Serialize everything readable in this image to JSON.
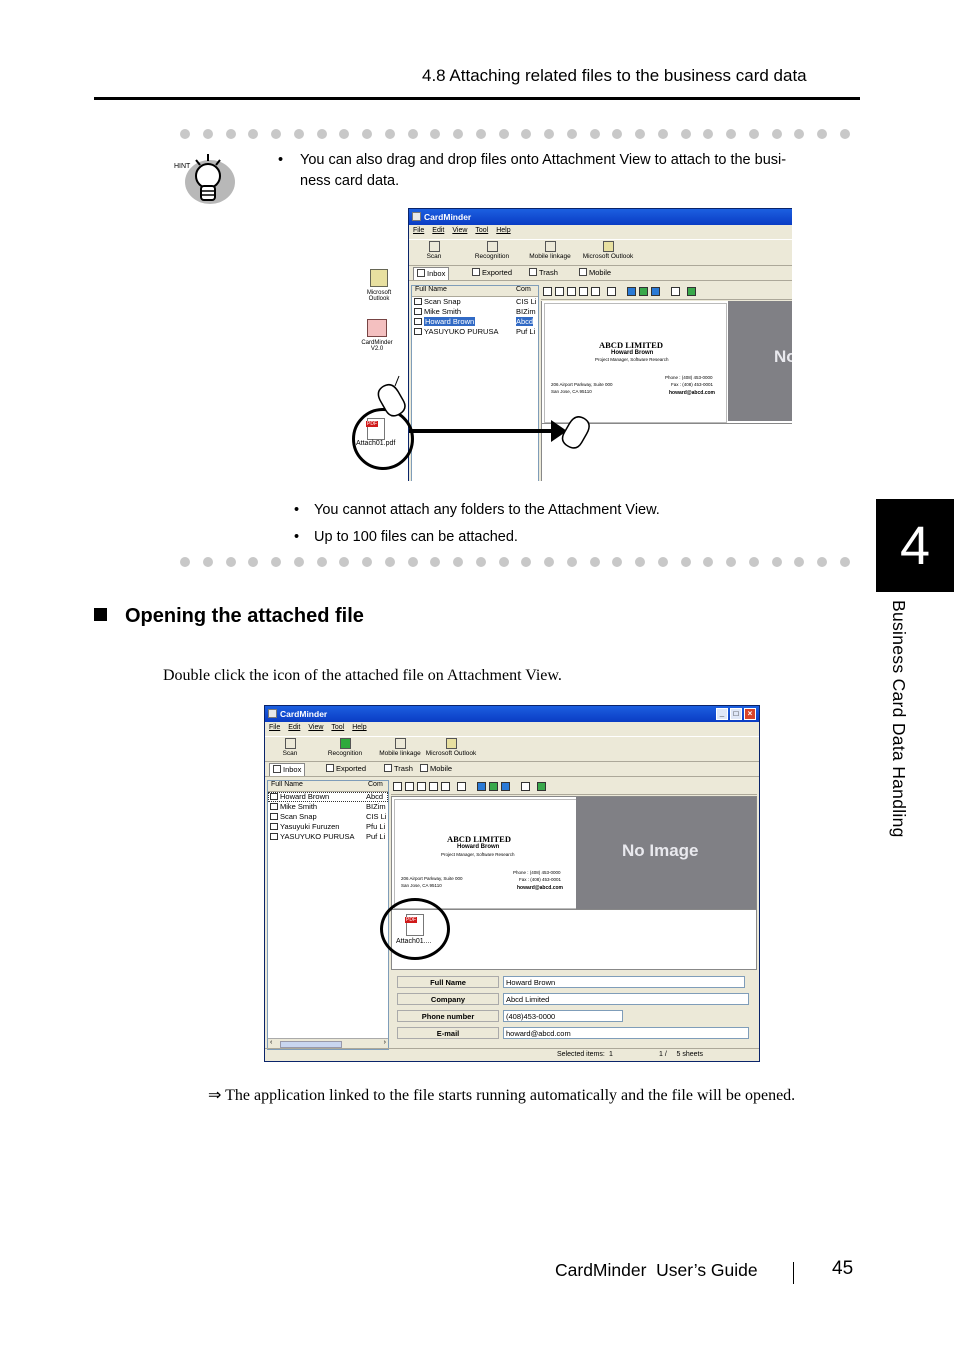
{
  "header": {
    "section": "4.8 Attaching related files to the business card data"
  },
  "hint": {
    "badge": "HINT",
    "tip_drag": "You can also drag and drop files onto Attachment View to attach to the business card data.",
    "tip_drag_line1": "You can also drag and drop files onto Attachment View to attach to the busi-",
    "tip_drag_line2": "ness card data.",
    "note_folders": "You cannot attach any folders to the Attachment View.",
    "note_limit": "Up to 100 files can be attached."
  },
  "chapter_tab": {
    "number": "4",
    "title": "Business Card Data Handling"
  },
  "section": {
    "title": "Opening the attached file",
    "instruction": "Double click the icon of the attached file on Attachment View.",
    "result": "⇒ The application linked to the file starts running automatically and the file will be opened."
  },
  "footer": {
    "guide_title": "CardMinder  User’s Guide",
    "page_number": "45"
  },
  "screenshot1": {
    "app_title": "CardMinder",
    "menus": [
      "File",
      "Edit",
      "View",
      "Tool",
      "Help"
    ],
    "toolbar": [
      "Scan",
      "Recognition",
      "Mobile linkage",
      "Microsoft Outlook"
    ],
    "tabs": [
      "Inbox",
      "Exported",
      "Trash",
      "Mobile"
    ],
    "columns": [
      "Full Name",
      "Com"
    ],
    "rows": [
      {
        "name": "Scan Snap",
        "company": "CIS Li"
      },
      {
        "name": "Mike Smith",
        "company": "BIZim"
      },
      {
        "name": "Howard Brown",
        "company": "Abcd"
      },
      {
        "name": "YASUYUKO PURUSA",
        "company": "Puf Li"
      }
    ],
    "desktop_icons": [
      "Microsoft Outlook",
      "CardMinder V2.0"
    ],
    "dragged_file": "Attach01.pdf",
    "card": {
      "company": "ABCD LIMITED",
      "name": "Howard Brown",
      "title": "Project Manager, Software Research",
      "address1": "206 Airport Parkway, Suite 000",
      "address2": "San Jose, CA 95110",
      "phone": "Phone : (408) 453-0000",
      "fax": "Fax : (408) 453-0001",
      "email": "howard@abcd.com"
    },
    "noimage_partial": "No"
  },
  "screenshot2": {
    "app_title": "CardMinder",
    "menus": [
      "File",
      "Edit",
      "View",
      "Tool",
      "Help"
    ],
    "toolbar": [
      "Scan",
      "Recognition",
      "Mobile linkage",
      "Microsoft Outlook"
    ],
    "tabs": [
      "Inbox",
      "Exported",
      "Trash",
      "Mobile"
    ],
    "columns": [
      "Full Name",
      "Com"
    ],
    "rows": [
      {
        "name": "Howard Brown",
        "company": "Abcd"
      },
      {
        "name": "Mike Smith",
        "company": "BIZim"
      },
      {
        "name": "Scan Snap",
        "company": "CIS Li"
      },
      {
        "name": "Yasuyuki Furuzen",
        "company": "Pfu Li"
      },
      {
        "name": "YASUYUKO PURUSA",
        "company": "Puf Li"
      }
    ],
    "card": {
      "company": "ABCD LIMITED",
      "name": "Howard Brown",
      "title": "Project Manager, Software Research",
      "address1": "206 Airport Parkway, Suite 000",
      "address2": "San Jose, CA 95110",
      "phone": "Phone : (408) 453-0000",
      "fax": "Fax : (408) 453-0001",
      "email": "howard@abcd.com"
    },
    "noimage": "No Image",
    "attachment": "Attach01....",
    "fields": [
      {
        "label": "Full Name",
        "value": "Howard Brown"
      },
      {
        "label": "Company",
        "value": "Abcd Limited"
      },
      {
        "label": "Phone number",
        "value": "(408)453-0000"
      },
      {
        "label": "E-mail",
        "value": "howard@abcd.com"
      }
    ],
    "status": {
      "selected": "Selected items:",
      "count": "1",
      "sheets": "1 /     5 sheets"
    }
  }
}
